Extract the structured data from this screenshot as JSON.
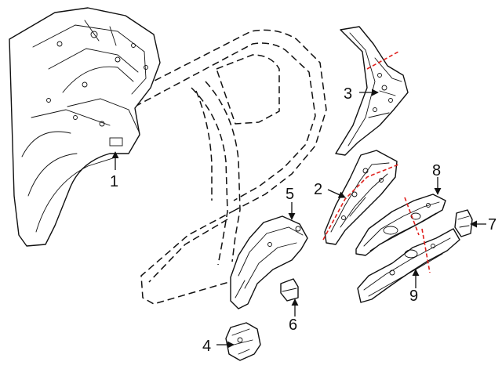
{
  "colors": {
    "line": "#111111",
    "cut_line": "#e0201c",
    "background": "#ffffff"
  },
  "callouts": [
    {
      "id": "1",
      "label": "1"
    },
    {
      "id": "2",
      "label": "2"
    },
    {
      "id": "3",
      "label": "3"
    },
    {
      "id": "4",
      "label": "4"
    },
    {
      "id": "5",
      "label": "5"
    },
    {
      "id": "6",
      "label": "6"
    },
    {
      "id": "7",
      "label": "7"
    },
    {
      "id": "8",
      "label": "8"
    },
    {
      "id": "9",
      "label": "9"
    }
  ]
}
